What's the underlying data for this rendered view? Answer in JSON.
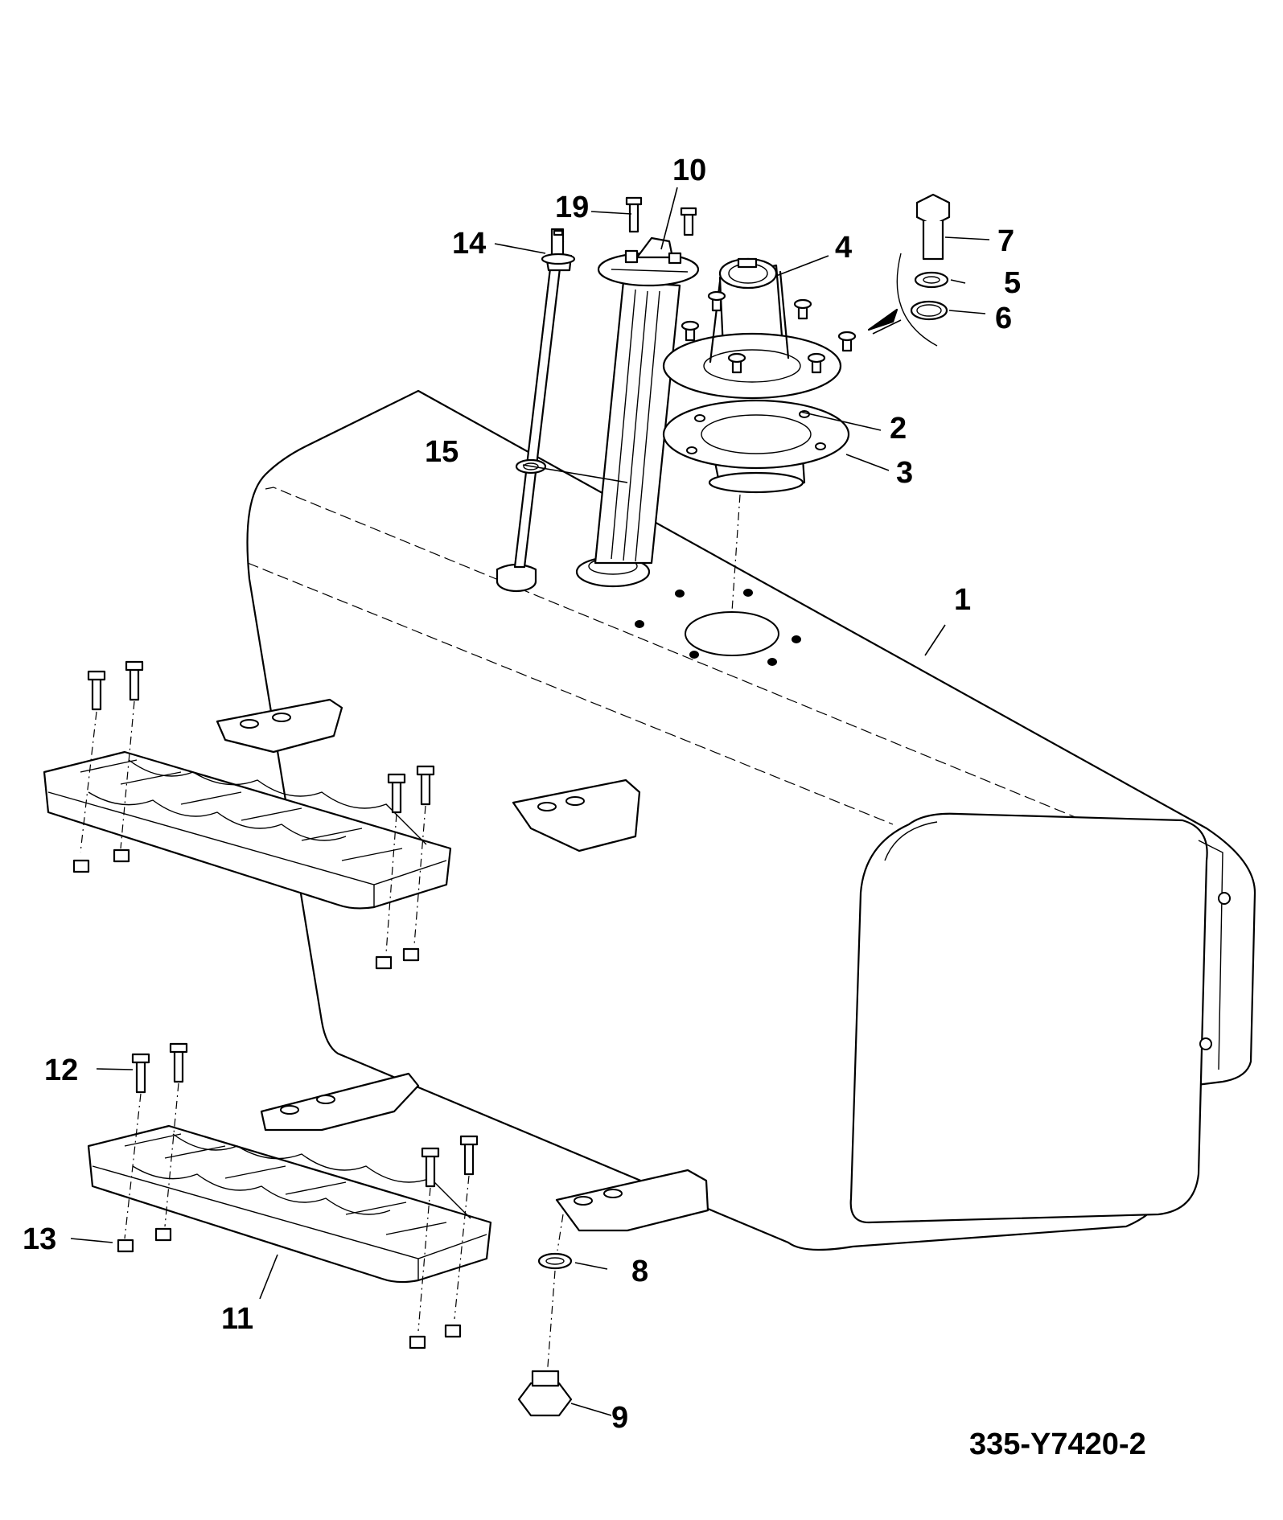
{
  "drawing_number": "335-Y7420-2",
  "callouts": {
    "c1": "1",
    "c2": "2",
    "c3": "3",
    "c4": "4",
    "c5": "5",
    "c6": "6",
    "c7": "7",
    "c8": "8",
    "c9": "9",
    "c10": "10",
    "c11": "11",
    "c12": "12",
    "c13": "13",
    "c14": "14",
    "c15": "15",
    "c19": "19"
  }
}
